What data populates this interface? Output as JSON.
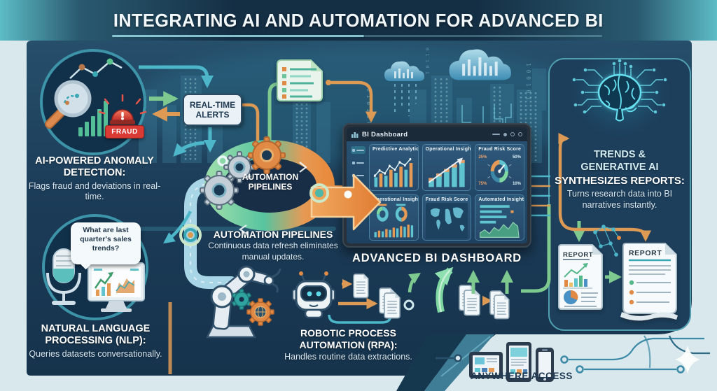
{
  "title": "INTEGRATING AI AND AUTOMATION FOR ADVANCED BI",
  "anomaly": {
    "fraud_label": "FRAUD",
    "heading": "AI-POWERED ANOMALY DETECTION:",
    "description": "Flags fraud and deviations in real-time."
  },
  "alerts": {
    "label": "REAL-TIME ALERTS"
  },
  "pipelines": {
    "pipe_label": "AUTOMATION PIPELINES",
    "heading": "AUTOMATION PIPELINES",
    "description": "Continuous data refresh eliminates manual updates."
  },
  "dashboard": {
    "window_title": "BI Dashboard",
    "caption": "ADVANCED BI DASHBOARD",
    "panels": [
      {
        "label": "Predictive Analytics"
      },
      {
        "label": "Operational Insights"
      },
      {
        "label": "Fraud Risk Score"
      },
      {
        "label": "Operational Insights"
      },
      {
        "label": "Fraud Risk Score"
      },
      {
        "label": "Automated Insights"
      }
    ],
    "gauge_labels": [
      "25%",
      "50%",
      "75%",
      "10%"
    ]
  },
  "generative": {
    "tagline": "TRENDS & GENERATIVE AI",
    "heading": "SYNTHESIZES REPORTS:",
    "description": "Turns research data into BI narratives instantly."
  },
  "nlp": {
    "bubble": "What are last quarter's sales trends?",
    "heading": "NATURAL LANGUAGE PROCESSING (NLP):",
    "description": "Queries datasets conversationally."
  },
  "rpa": {
    "heading": "ROBOTIC PROCESS AUTOMATION (RPA):",
    "description": "Handles routine data extractions."
  },
  "reports": {
    "report1_label": "REPORT",
    "report2_label": "REPORT"
  },
  "access": {
    "label": "ANYWHERE ACCESS"
  },
  "decor": {
    "binary1": "0 1 0 1 1 0 1 0",
    "binary2": "1 0 0 1 0 1",
    "binary3": "0 1 1 0 1"
  },
  "colors": {
    "panel_navy": "#1a3a54",
    "accent_teal": "#46b8c9",
    "accent_green": "#7ed6a0",
    "accent_orange": "#e8964f",
    "alert_red": "#d93a34",
    "pale_bg": "#d8e8ec"
  }
}
